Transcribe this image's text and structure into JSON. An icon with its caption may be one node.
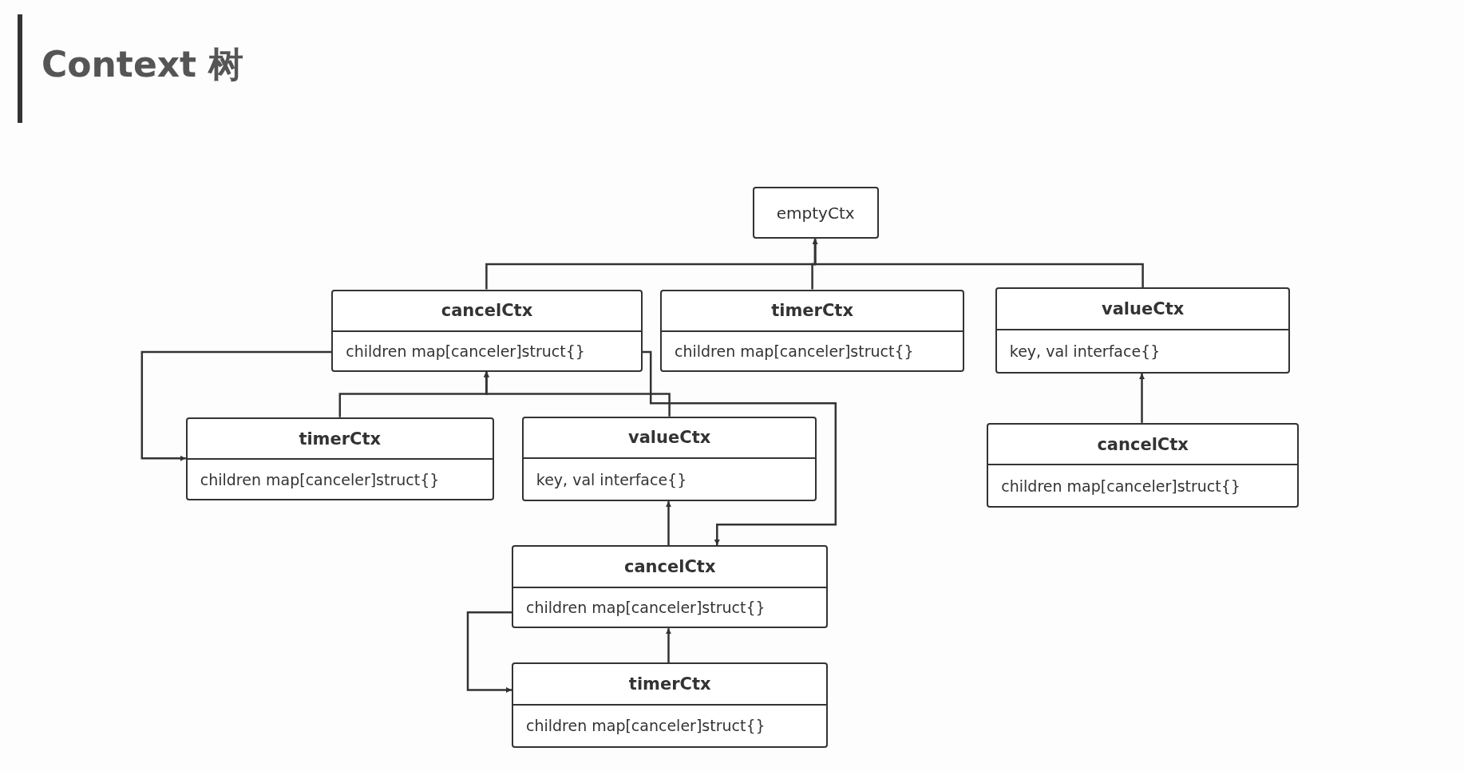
{
  "diagram": {
    "title": "Context 树",
    "nodes": [
      {
        "text": [
          "emptyCtx"
        ]
      },
      {
        "text": [
          "cancelCtx",
          "children map[canceler]struct{}"
        ]
      },
      {
        "text": [
          "timerCtx",
          "children map[canceler]struct{}"
        ]
      },
      {
        "text": [
          "valueCtx",
          "key, val interface{}"
        ]
      },
      {
        "text": [
          "timerCtx",
          "children map[canceler]struct{}"
        ]
      },
      {
        "text": [
          "valueCtx",
          "key, val interface{}"
        ]
      },
      {
        "text": [
          "cancelCtx",
          "children map[canceler]struct{}"
        ]
      },
      {
        "text": [
          "cancelCtx",
          "children map[canceler]struct{}"
        ]
      },
      {
        "text": [
          "timerCtx",
          "children map[canceler]struct{}"
        ]
      }
    ],
    "edges": [
      {
        "from": 1,
        "to": 0,
        "arrow": "to"
      },
      {
        "from": 2,
        "to": 0,
        "arrow": "to"
      },
      {
        "from": 3,
        "to": 0,
        "arrow": "to"
      },
      {
        "from": 4,
        "to": 1,
        "arrow": "to"
      },
      {
        "from": 5,
        "to": 1,
        "arrow": "to"
      },
      {
        "from": 1,
        "to": 4,
        "arrow": "to"
      },
      {
        "from": 1,
        "to": 7,
        "arrow": "to"
      },
      {
        "from": 7,
        "to": 5,
        "arrow": "to"
      },
      {
        "from": 8,
        "to": 7,
        "arrow": "to"
      },
      {
        "from": 7,
        "to": 8,
        "arrow": "to"
      },
      {
        "from": 6,
        "to": 3,
        "arrow": "to"
      }
    ]
  }
}
